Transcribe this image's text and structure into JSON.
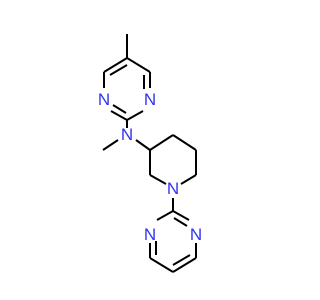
{
  "molecule": {
    "atoms": {
      "n_pyr_top_left": "N",
      "n_pyr_top_right": "N",
      "n_amine": "N",
      "n_piperidine": "N",
      "n_pyr_bottom_left": "N",
      "n_pyr_bottom_right": "N"
    },
    "colors": {
      "carbon_bond": "#000000",
      "nitrogen": "#3333ee",
      "background": "#ffffff"
    }
  }
}
